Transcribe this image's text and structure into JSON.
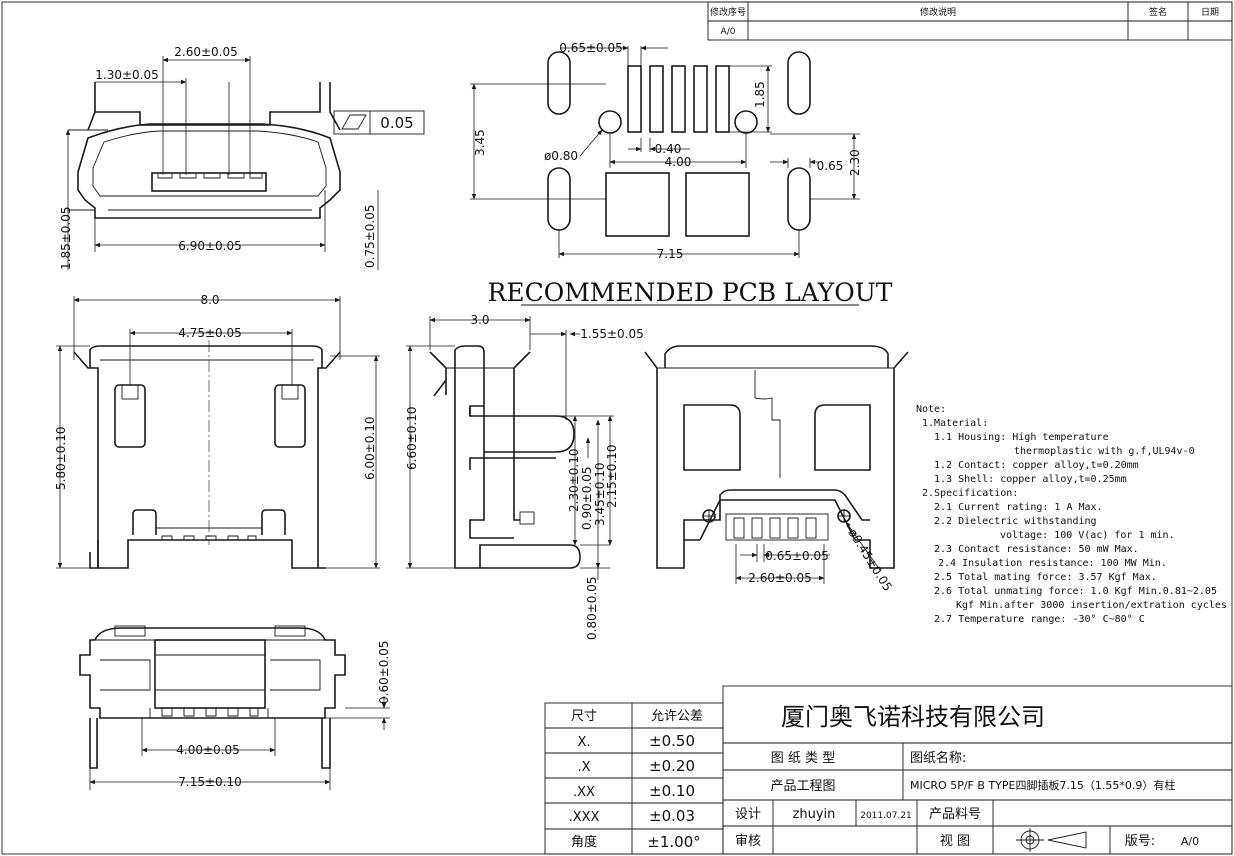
{
  "revision_table": {
    "headers": [
      "修改序号",
      "修改说明",
      "签名",
      "日期"
    ],
    "rows": [
      [
        "A/0",
        "",
        "",
        ""
      ]
    ]
  },
  "pcb_title": "RECOMMENDED PCB LAYOUT",
  "front_view_dims": {
    "top_width": "2.60±0.05",
    "pin_pitch": "1.30±0.05",
    "body_width": "6.90±0.05",
    "left_height": "1.85±0.05",
    "right_height": "0.75±0.05",
    "flatness": "0.05"
  },
  "pcb_layout_dims": {
    "pad_width": "0.65±0.05",
    "pitch": "0.40",
    "span": "4.00",
    "height": "3.45",
    "hole": "ø0.80",
    "pad_len": "1.85",
    "slot_w": "0.65",
    "slot_h": "2.30",
    "total": "7.15"
  },
  "top_view_dims": {
    "width": "8.0",
    "inner": "4.75±0.05",
    "left_h": "5.80±0.10",
    "right_h": "6.00±0.10"
  },
  "side_view_dims": {
    "top": "3.0",
    "plate": "1.55±0.05",
    "height": "6.60±0.10",
    "d1": "2.30±0.10",
    "d2": "0.90±0.05",
    "d3": "3.45±0.10",
    "d4": "2.15±0.10",
    "d5": "0.80±0.05"
  },
  "rear_view_dims": {
    "pitch": "0.65±0.05",
    "span": "2.60±0.05",
    "hole": "ø0.45±0.05"
  },
  "bottom_view_dims": {
    "tail": "0.60±0.05",
    "inner": "4.00±0.05",
    "total": "7.15±0.10"
  },
  "notes": [
    "Note:",
    "1.Material:",
    "1.1 Housing: High temperature",
    "thermoplastic with g.f,UL94v-0",
    "1.2 Contact: copper alloy,t=0.20mm",
    "1.3 Shell: copper alloy,t=0.25mm",
    "2.Specification:",
    "2.1 Current rating: 1 A Max.",
    "2.2 Dielectric withstanding",
    "voltage: 100 V(ac) for 1 min.",
    "2.3 Contact resistance: 50 mW Max.",
    "2.4 Insulation resistance: 100 MW Min.",
    "2.5 Total mating force: 3.57 Kgf Max.",
    "2.6 Total unmating force: 1.0 Kgf Min.0.81~2.05",
    "Kgf Min.after 3000 insertion/extration cycles",
    "2.7 Temperature range: -30° C~80° C"
  ],
  "tolerance_table": {
    "headers": [
      "尺寸",
      "允许公差"
    ],
    "rows": [
      [
        "X.",
        "±0.50"
      ],
      [
        ".X",
        "±0.20"
      ],
      [
        ".XX",
        "±0.10"
      ],
      [
        ".XXX",
        "±0.03"
      ],
      [
        "角度",
        "±1.00°"
      ]
    ]
  },
  "title_block": {
    "company": "厦门奥飞诺科技有限公司",
    "drawing_type_label": "图 纸 类 型",
    "drawing_type_value": "产品工程图",
    "drawing_name_label": "图纸名称:",
    "drawing_name_value": "MICRO 5P/F B TYPE四脚插板7.15（1.55*0.9）有柱",
    "design_label": "设计",
    "designer": "zhuyin",
    "date": "2011.07.21",
    "part_no_label": "产品料号",
    "review_label": "审核",
    "view_label": "视    图",
    "version_label": "版号:",
    "version_value": "A/0"
  }
}
